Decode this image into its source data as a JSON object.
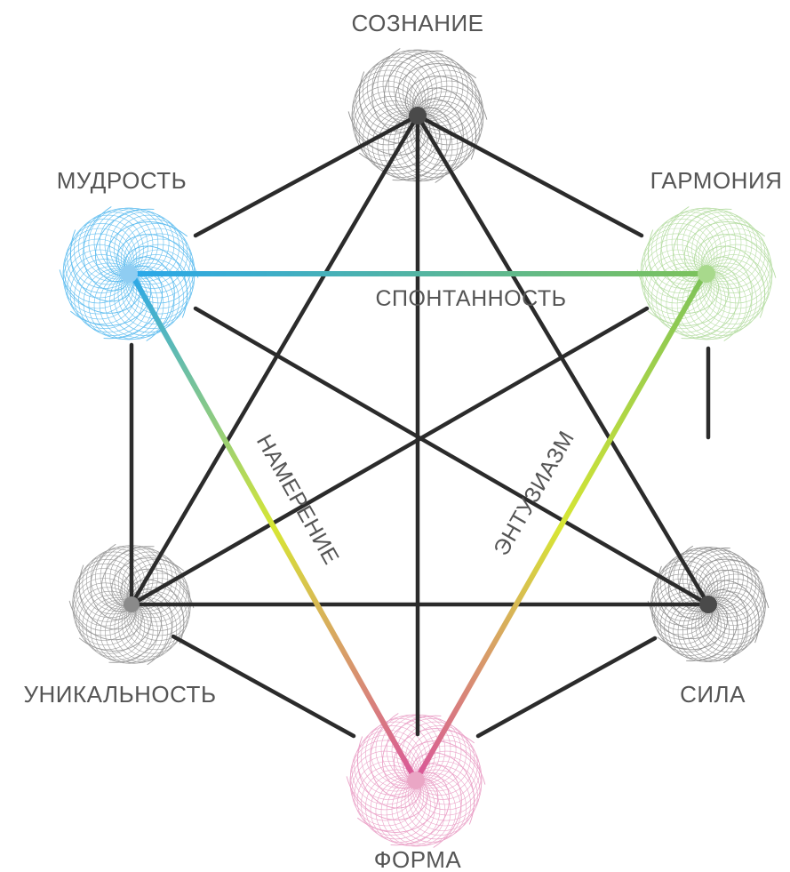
{
  "nodes": [
    {
      "id": "soznanie",
      "label": "СОЗНАНИЕ",
      "color": "#3a3a3a",
      "center": "#4a4a4a"
    },
    {
      "id": "garmoniya",
      "label": "ГАРМОНИЯ",
      "color": "#7cc25a",
      "center": "#a8d98c"
    },
    {
      "id": "sila",
      "label": "СИЛА",
      "color": "#3a3a3a",
      "center": "#4a4a4a"
    },
    {
      "id": "forma",
      "label": "ФОРМА",
      "color": "#d9559a",
      "center": "#eaa6c5"
    },
    {
      "id": "unikalnost",
      "label": "УНИКАЛЬНОСТЬ",
      "color": "#3a3a3a",
      "center": "#8a8a8a"
    },
    {
      "id": "mudrost",
      "label": "МУДРОСТЬ",
      "color": "#2aa7ea",
      "center": "#8fcdf2"
    }
  ],
  "edge_labels": {
    "spontannost": "СПОНТАННОСТЬ",
    "namerenie": "НАМЕРЕНИЕ",
    "entuziazm": "ЭНТУЗИАЗМ"
  },
  "colors": {
    "dark_line": "#2b2b2b",
    "label_text": "#555555",
    "blue": "#2aa7ea",
    "green": "#7cc25a",
    "yellow": "#d7e634",
    "pink": "#d9559a"
  }
}
